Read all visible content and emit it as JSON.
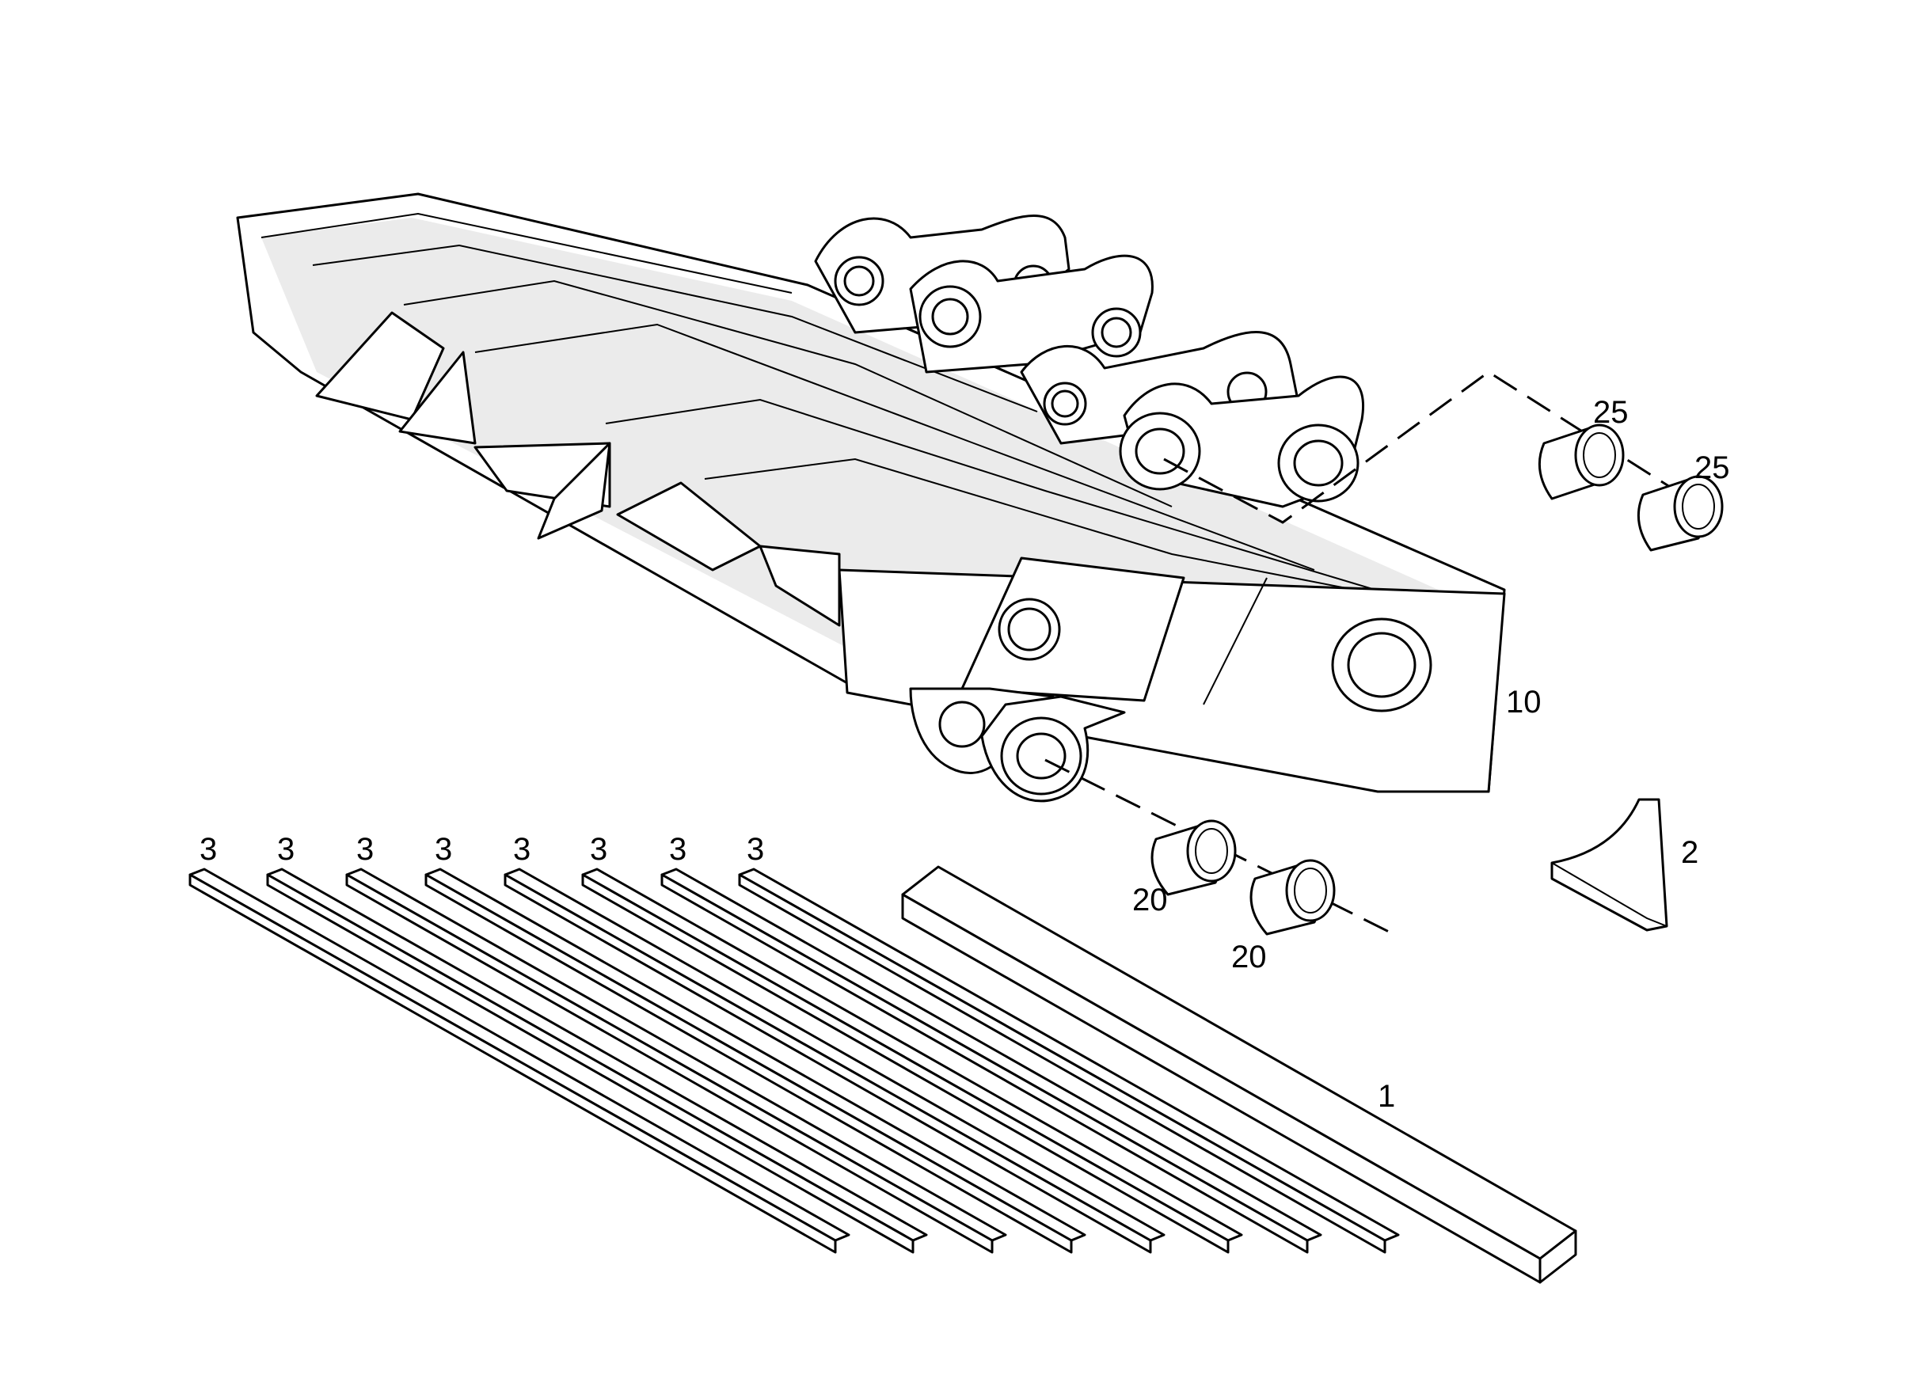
{
  "callouts": {
    "bucket_body": "10",
    "wear_strip": "1",
    "side_cutter": "2",
    "bar_a": "3",
    "bar_b": "3",
    "bar_c": "3",
    "bar_d": "3",
    "bar_e": "3",
    "bar_f": "3",
    "bar_g": "3",
    "bar_h": "3",
    "bushing_upper_a": "25",
    "bushing_upper_b": "25",
    "bushing_lower_a": "20",
    "bushing_lower_b": "20"
  }
}
